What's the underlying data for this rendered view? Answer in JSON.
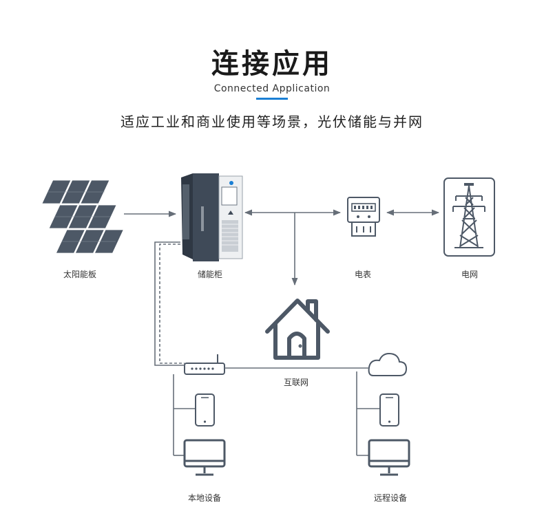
{
  "header": {
    "title": "连接应用",
    "subtitle": "Connected Application",
    "description": "适应工业和商业使用等场景，光伏储能与并网"
  },
  "nodes": {
    "solar": "太阳能板",
    "cabinet": "储能柜",
    "meter": "电表",
    "grid": "电网",
    "internet": "互联网",
    "local": "本地设备",
    "remote": "远程设备"
  },
  "colors": {
    "icon": "#4d5866",
    "line": "#666e78",
    "accent": "#1a7fd4",
    "cabinet": "#3f4a58"
  }
}
